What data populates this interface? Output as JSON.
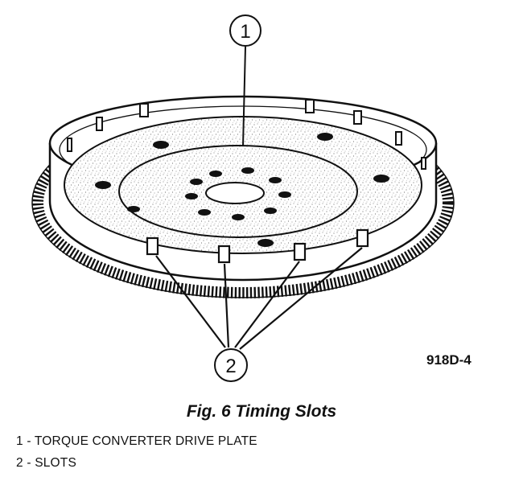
{
  "figure": {
    "callouts": [
      {
        "number": "1"
      },
      {
        "number": "2"
      }
    ],
    "code": "918D-4"
  },
  "caption": "Fig. 6 Timing Slots",
  "legend": [
    "1 - TORQUE CONVERTER DRIVE PLATE",
    "2 - SLOTS"
  ]
}
